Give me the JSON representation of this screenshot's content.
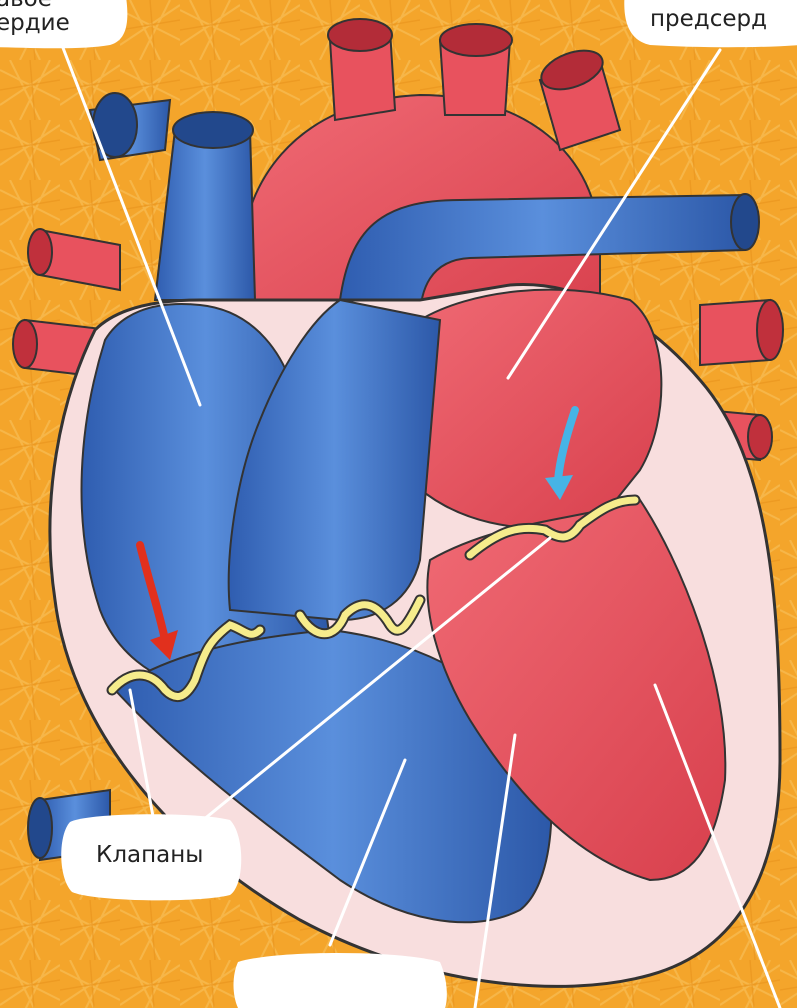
{
  "labels": {
    "left_line1": "авое",
    "left_line2": "ердие",
    "right_top": "предсерд",
    "valves": "Клапаны",
    "bottom_center": ""
  },
  "colors": {
    "background": "#f4a52b",
    "oxygen_poor": "#3f73c4",
    "oxygen_rich": "#e8525e",
    "wall": "#f8dede",
    "valve": "#f6ec8c",
    "arrow_red": "#e1301d",
    "arrow_blue": "#46b4e6"
  }
}
